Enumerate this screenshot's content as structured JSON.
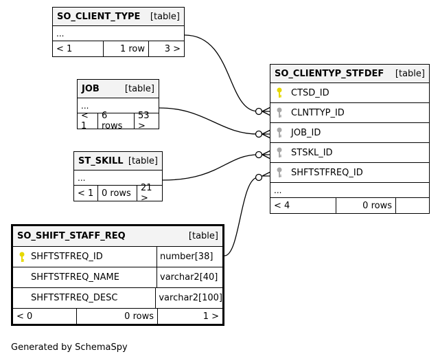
{
  "tables": {
    "so_client_type": {
      "name": "SO_CLIENT_TYPE",
      "kind": "[table]",
      "ellipsis": "...",
      "footer": {
        "prev": "< 1",
        "rows": "1 row",
        "next": "3 >"
      }
    },
    "job": {
      "name": "JOB",
      "kind": "[table]",
      "ellipsis": "...",
      "footer": {
        "prev": "< 1",
        "rows": "6 rows",
        "next": "53 >"
      }
    },
    "st_skill": {
      "name": "ST_SKILL",
      "kind": "[table]",
      "ellipsis": "...",
      "footer": {
        "prev": "< 1",
        "rows": "0 rows",
        "next": "21 >"
      }
    },
    "so_clienttyp_stfdef": {
      "name": "SO_CLIENTYP_STFDEF",
      "kind": "[table]",
      "columns": [
        {
          "name": "CTSD_ID",
          "key": "primary"
        },
        {
          "name": "CLNTTYP_ID",
          "key": "foreign"
        },
        {
          "name": "JOB_ID",
          "key": "foreign"
        },
        {
          "name": "STSKL_ID",
          "key": "foreign"
        },
        {
          "name": "SHFTSTFREQ_ID",
          "key": "foreign"
        }
      ],
      "ellipsis": "...",
      "footer": {
        "prev": "< 4",
        "rows": "0 rows",
        "next": ""
      }
    },
    "so_shift_staff_req": {
      "name": "SO_SHIFT_STAFF_REQ",
      "kind": "[table]",
      "columns": [
        {
          "name": "SHFTSTFREQ_ID",
          "type": "number[38]",
          "key": "primary"
        },
        {
          "name": "SHFTSTFREQ_NAME",
          "type": "varchar2[40]",
          "key": ""
        },
        {
          "name": "SHFTSTFREQ_DESC",
          "type": "varchar2[100]",
          "key": ""
        }
      ],
      "footer": {
        "prev": "< 0",
        "rows": "0 rows",
        "next": "1 >"
      }
    }
  },
  "colors": {
    "primary_key": "#e6d800",
    "foreign_key": "#a8a8a8",
    "header_bg": "#f3f3f3"
  },
  "footer_text": "Generated by SchemaSpy"
}
